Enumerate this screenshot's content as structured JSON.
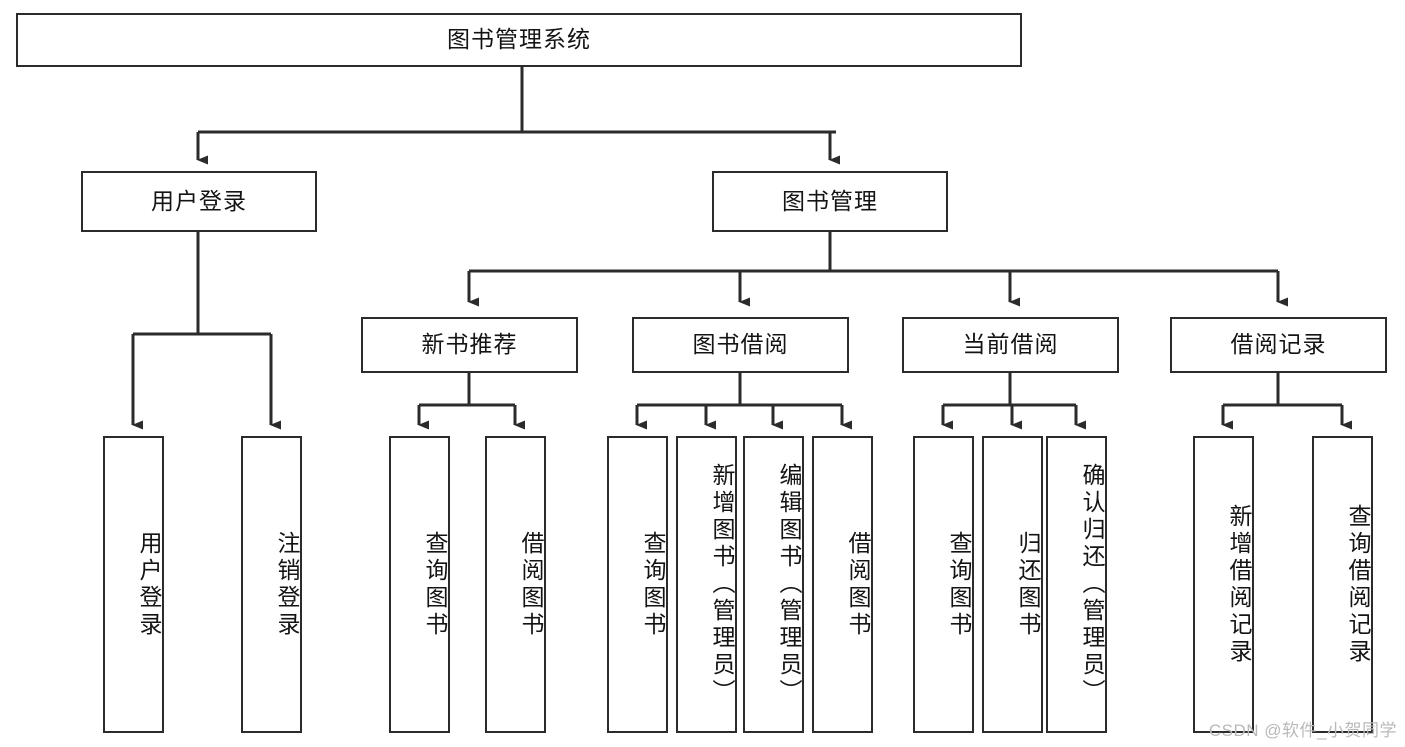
{
  "diagram": {
    "title": "图书管理系统",
    "type": "tree",
    "watermark": "CSDN @软件_小贺同学",
    "colors": {
      "box_border": "#2b2b2b",
      "box_fill": "#ffffff",
      "edge": "#2b2b2b",
      "text": "#141414",
      "watermark": "#b9b9b9"
    },
    "root": {
      "id": "root",
      "label": "图书管理系统"
    },
    "level2": [
      {
        "id": "user-login",
        "label": "用户登录"
      },
      {
        "id": "book-manage",
        "label": "图书管理"
      }
    ],
    "level3": [
      {
        "id": "new-book-rec",
        "label": "新书推荐",
        "parent": "book-manage"
      },
      {
        "id": "book-borrow",
        "label": "图书借阅",
        "parent": "book-manage"
      },
      {
        "id": "current-borrow",
        "label": "当前借阅",
        "parent": "book-manage"
      },
      {
        "id": "borrow-record",
        "label": "借阅记录",
        "parent": "book-manage"
      }
    ],
    "leaves": [
      {
        "id": "leaf-user-login",
        "label": "用户登录",
        "parent": "user-login"
      },
      {
        "id": "leaf-user-logout",
        "label": "注销登录",
        "parent": "user-login"
      },
      {
        "id": "leaf-query-book-1",
        "label": "查询图书",
        "parent": "new-book-rec"
      },
      {
        "id": "leaf-borrow-book-1",
        "label": "借阅图书",
        "parent": "new-book-rec"
      },
      {
        "id": "leaf-query-book-2",
        "label": "查询图书",
        "parent": "book-borrow"
      },
      {
        "id": "leaf-add-book",
        "label": "新增图书（管理员）",
        "parent": "book-borrow"
      },
      {
        "id": "leaf-edit-book",
        "label": "编辑图书（管理员）",
        "parent": "book-borrow"
      },
      {
        "id": "leaf-borrow-book-2",
        "label": "借阅图书",
        "parent": "book-borrow"
      },
      {
        "id": "leaf-query-book-3",
        "label": "查询图书",
        "parent": "current-borrow"
      },
      {
        "id": "leaf-return-book",
        "label": "归还图书",
        "parent": "current-borrow"
      },
      {
        "id": "leaf-confirm-return",
        "label": "确认归还（管理员）",
        "parent": "current-borrow"
      },
      {
        "id": "leaf-add-record",
        "label": "新增借阅记录",
        "parent": "borrow-record"
      },
      {
        "id": "leaf-query-record",
        "label": "查询借阅记录",
        "parent": "borrow-record"
      }
    ]
  }
}
